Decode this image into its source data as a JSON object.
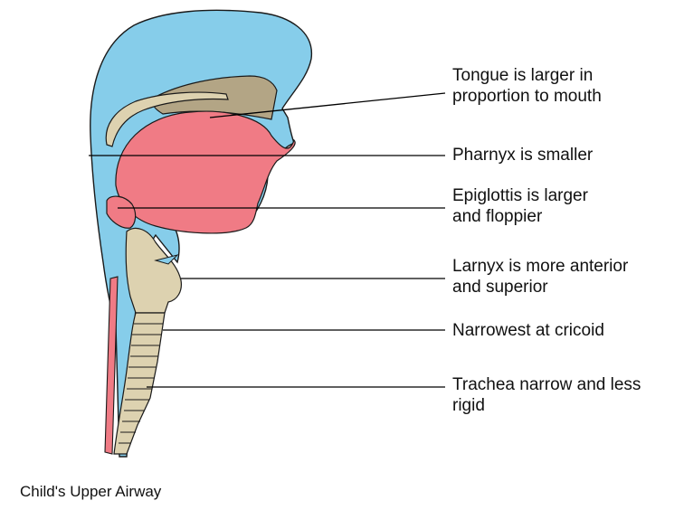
{
  "figure": {
    "caption": "Child's Upper Airway",
    "colors": {
      "soft_tissue": "#86cdea",
      "tongue": "#f07b85",
      "bone_cartilage": "#ddd2b0",
      "palate_dark": "#b3a585",
      "outline": "#1a1a1a",
      "leader_line": "#000000"
    }
  },
  "labels": [
    {
      "lines": [
        "Tongue is larger in",
        "proportion to mouth"
      ]
    },
    {
      "lines": [
        "Pharnyx is smaller"
      ]
    },
    {
      "lines": [
        "Epiglottis is larger",
        "and floppier"
      ]
    },
    {
      "lines": [
        "Larnyx is more anterior",
        "and superior"
      ]
    },
    {
      "lines": [
        "Narrowest at cricoid"
      ]
    },
    {
      "lines": [
        "Trachea narrow and less",
        "rigid"
      ]
    }
  ]
}
